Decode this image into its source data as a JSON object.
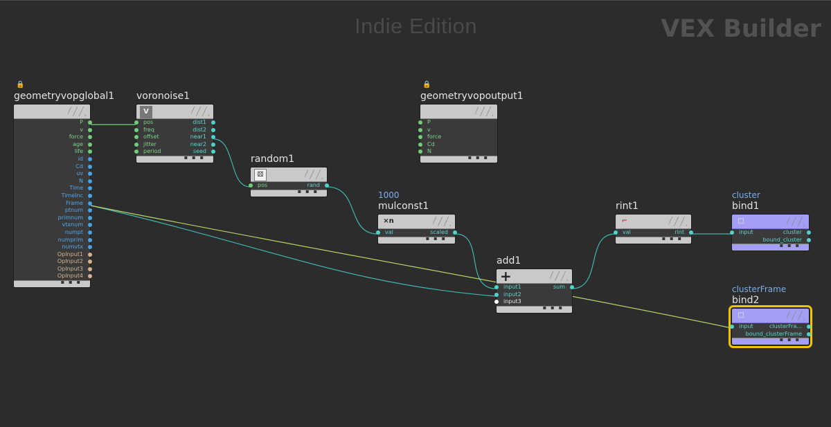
{
  "watermark": {
    "edition": "Indie Edition",
    "context": "VEX Builder"
  },
  "colors": {
    "background": "#2c2c2c",
    "wire_cyan": "#3fb7b0",
    "wire_green": "#b8d36a",
    "selected": "#f2c400",
    "bind_node": "#a49ef5"
  },
  "nodes": {
    "geometryvopglobal1": {
      "name": "geometryvopglobal1",
      "icon": "lock-icon",
      "outputs": [
        "P",
        "v",
        "force",
        "age",
        "life",
        "id",
        "Cd",
        "uv",
        "N",
        "Time",
        "TimeInc",
        "Frame",
        "ptnum",
        "primnum",
        "vtxnum",
        "numpt",
        "numprim",
        "numvtx",
        "OpInput1",
        "OpInput2",
        "OpInput3",
        "OpInput4"
      ]
    },
    "voronoise1": {
      "name": "voronoise1",
      "icon_label": "V",
      "inputs": [
        "pos",
        "freq",
        "offset",
        "jitter",
        "period"
      ],
      "outputs": [
        "dist1",
        "dist2",
        "near1",
        "near2",
        "seed"
      ]
    },
    "random1": {
      "name": "random1",
      "icon_label": "⚄",
      "inputs": [
        "pos"
      ],
      "outputs": [
        "rand"
      ]
    },
    "mulconst1": {
      "name": "mulconst1",
      "comment": "1000",
      "icon_label": "×n",
      "inputs": [
        "val"
      ],
      "outputs": [
        "scaled"
      ]
    },
    "add1": {
      "name": "add1",
      "icon_label": "+",
      "inputs": [
        "input1",
        "input2",
        "input3"
      ],
      "outputs": [
        "sum"
      ]
    },
    "geometryvopoutput1": {
      "name": "geometryvopoutput1",
      "icon": "lock-icon",
      "inputs": [
        "P",
        "v",
        "force",
        "Cd",
        "N"
      ]
    },
    "rint1": {
      "name": "rint1",
      "icon_label": "⌐",
      "inputs": [
        "val"
      ],
      "outputs": [
        "rint"
      ]
    },
    "bind1": {
      "name": "bind1",
      "comment": "cluster",
      "icon_label": "▢",
      "inputs": [
        "input"
      ],
      "outputs": [
        "cluster",
        "bound_cluster"
      ]
    },
    "bind2": {
      "name": "bind2",
      "comment": "clusterFrame",
      "icon_label": "▢",
      "inputs": [
        "input"
      ],
      "outputs": [
        "clusterFra...",
        "bound_clusterFrame"
      ]
    }
  }
}
